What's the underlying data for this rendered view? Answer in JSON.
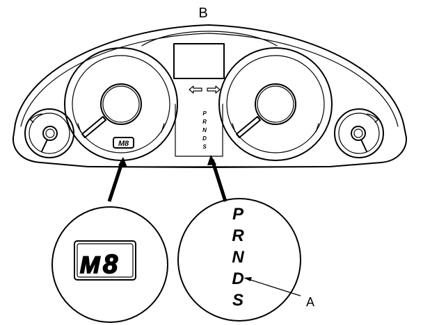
{
  "labels": {
    "top": "B",
    "pointer": "A"
  },
  "mini_display": {
    "mode": "M",
    "digit": "8"
  },
  "shift_indicator": {
    "positions": [
      "P",
      "R",
      "N",
      "D",
      "S"
    ]
  },
  "zoom_mode": {
    "mode": "M",
    "digit": "8"
  },
  "zoom_gears": {
    "positions": [
      "P",
      "R",
      "N",
      "D",
      "S"
    ]
  }
}
